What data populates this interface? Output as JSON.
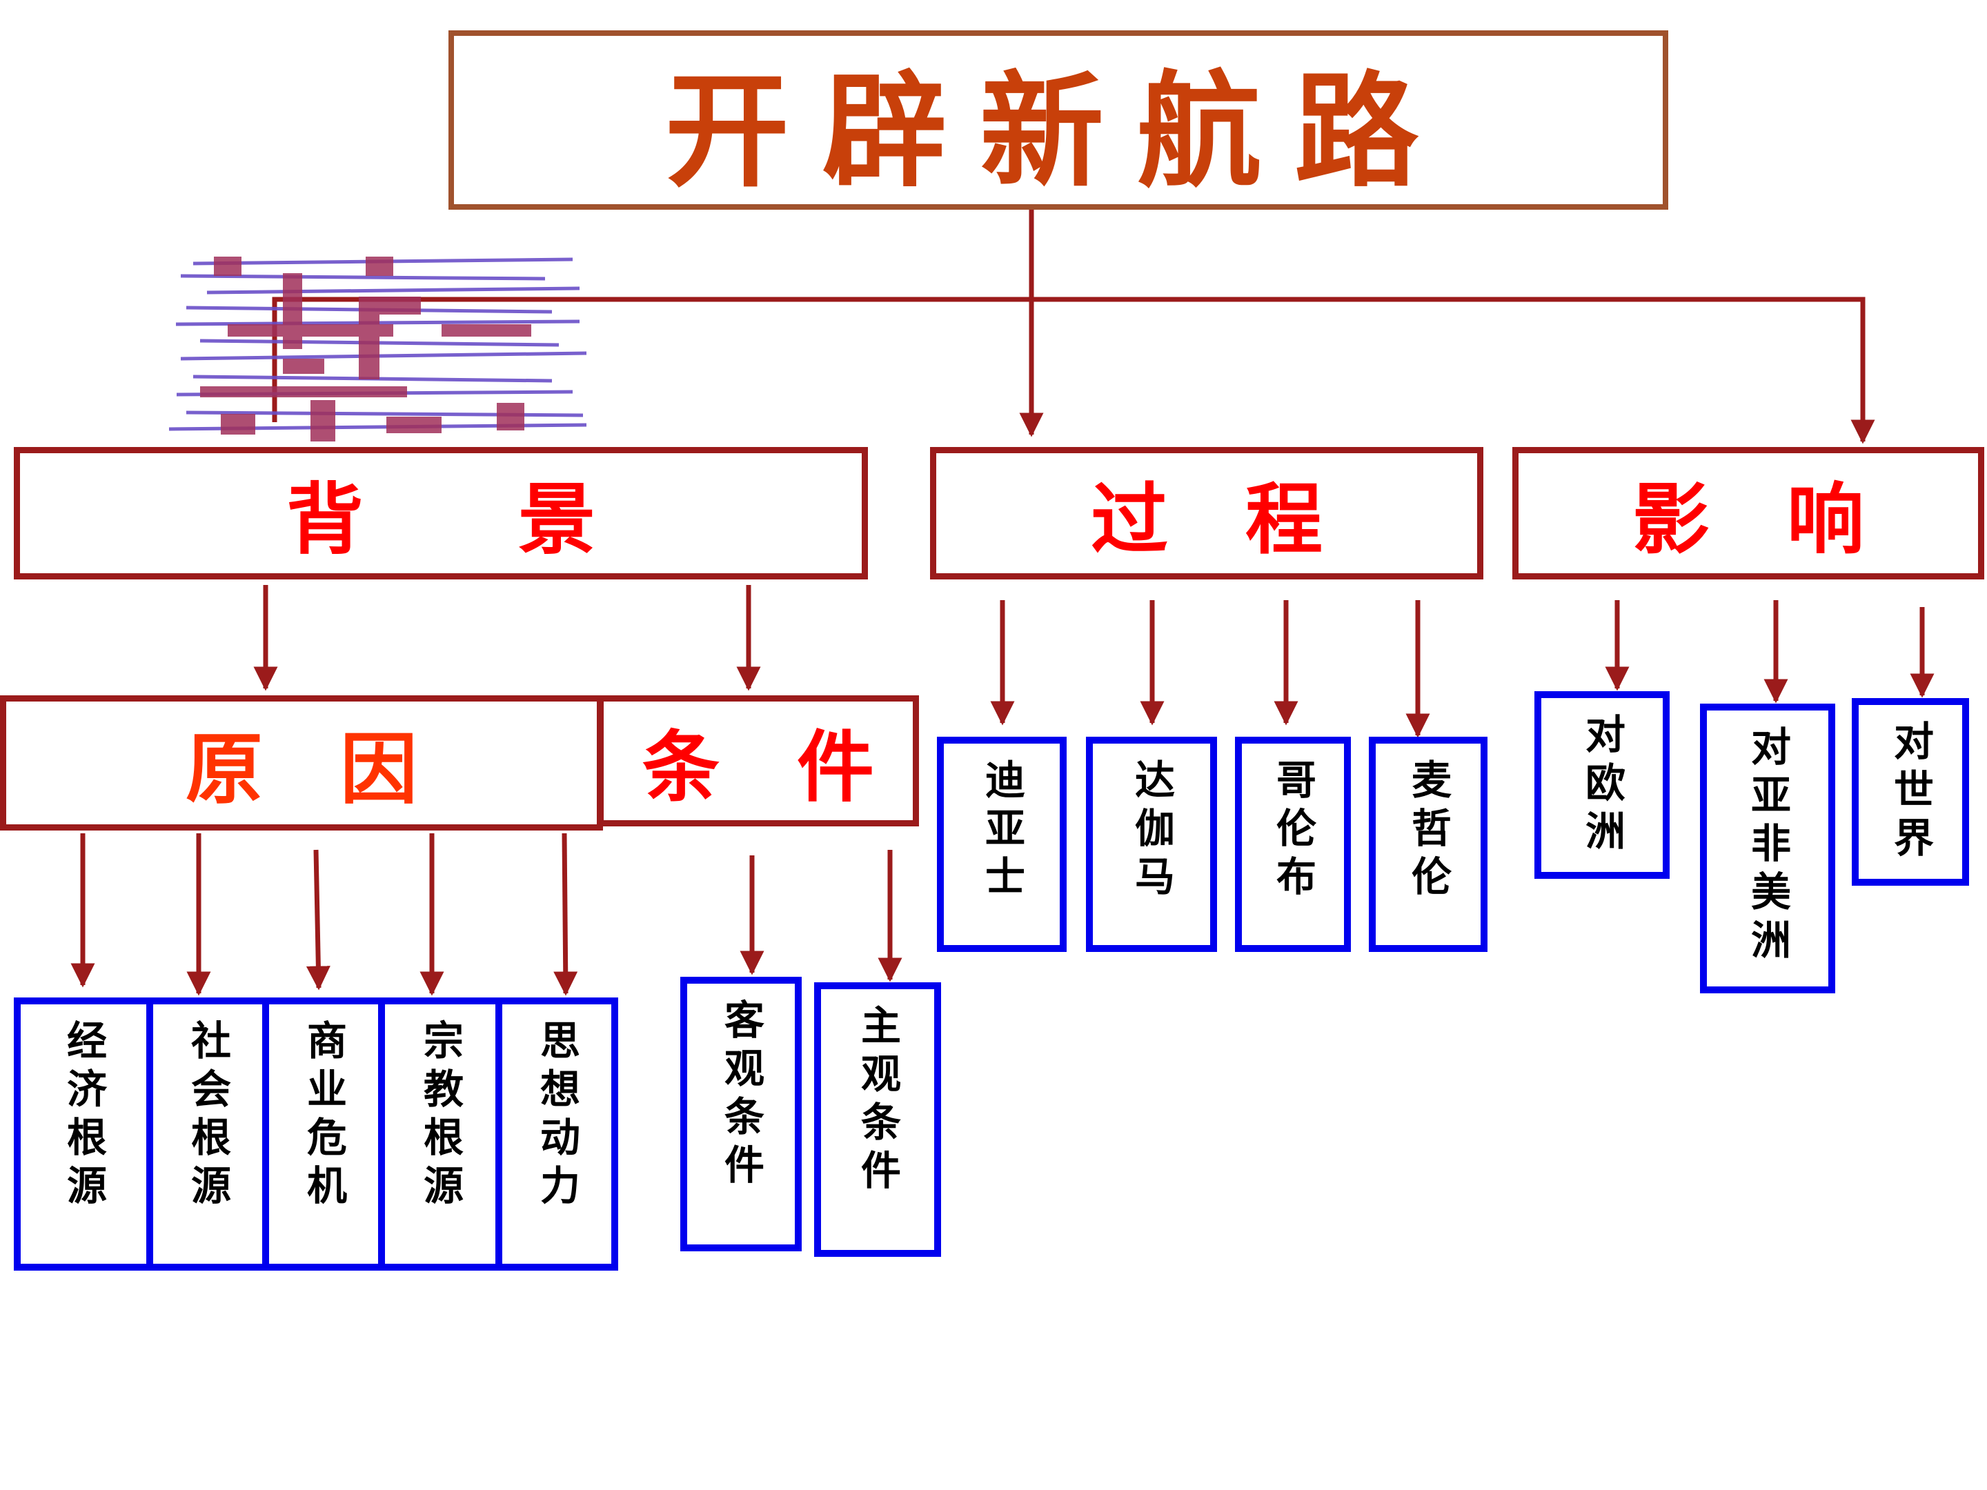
{
  "title": "开辟新航路",
  "categories": {
    "background": "背　　景",
    "process": "过　程",
    "impact": "影　响"
  },
  "background_sub": {
    "causes": "原　因",
    "conditions": "条　件"
  },
  "causes_items": [
    "经济根源",
    "社会根源",
    "商业危机",
    "宗教根源",
    "思想动力"
  ],
  "conditions_items": [
    "客观条件",
    "主观条件"
  ],
  "process_items": [
    "迪亚士",
    "达伽马",
    "哥伦布",
    "麦哲伦"
  ],
  "impact_items": [
    "对欧洲",
    "对亚非美洲",
    "对世界"
  ],
  "colors": {
    "line": "#9b1b1b",
    "title_border": "#a0522d",
    "title_text": "#c8400a",
    "category_text": "#ff0000",
    "leaf_border": "#0000ee"
  },
  "decoration": "scribble"
}
